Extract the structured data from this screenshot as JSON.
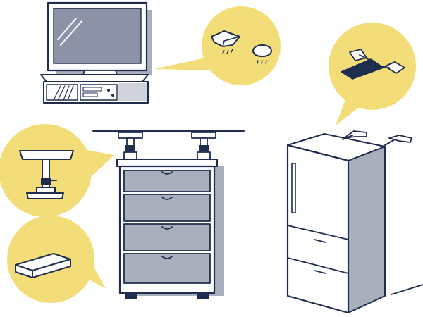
{
  "illustration": {
    "colors": {
      "ink": "#1f2d4f",
      "shadow": "#a9afbd",
      "bubble": "#f3dd78",
      "paper": "#ffffff",
      "screen": "#8c93a6"
    },
    "objects": [
      {
        "name": "tv-on-stand",
        "icon": "television-icon"
      },
      {
        "name": "anti-tip-gel-pads",
        "icon": "gel-pad-icon"
      },
      {
        "name": "ceiling-tension-pole",
        "icon": "tension-pole-icon"
      },
      {
        "name": "drawer-chest",
        "icon": "drawer-chest-icon"
      },
      {
        "name": "stopper-board",
        "icon": "stopper-board-icon"
      },
      {
        "name": "fixing-belt",
        "icon": "belt-strap-icon"
      },
      {
        "name": "refrigerator",
        "icon": "refrigerator-icon"
      }
    ]
  }
}
